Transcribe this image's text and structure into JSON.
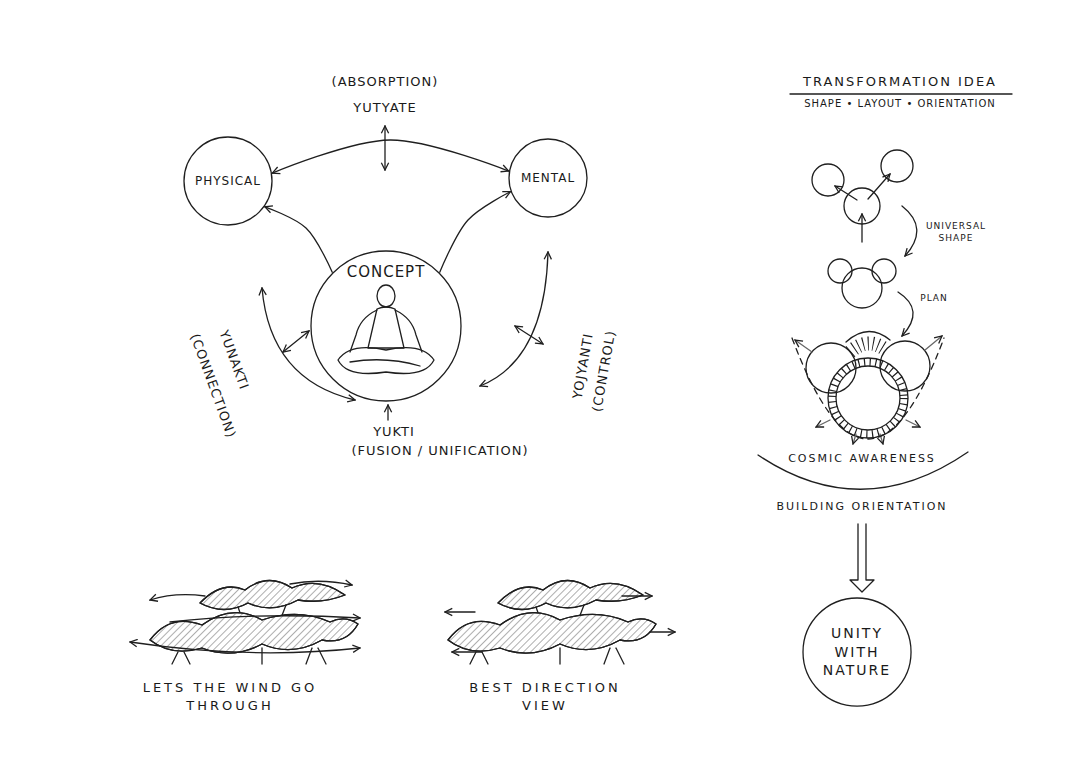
{
  "diagram": {
    "nodes": [
      {
        "text": [
          "PHYSICAL"
        ]
      },
      {
        "text": [
          "MENTAL"
        ]
      },
      {
        "text": [
          "CONCEPT"
        ]
      },
      {
        "text": [
          "UNITY WITH NATURE"
        ]
      }
    ],
    "edges": [
      {
        "from": 2,
        "to": 0,
        "arrow": "to"
      },
      {
        "from": 2,
        "to": 1,
        "arrow": "to"
      },
      {
        "from": 0,
        "to": 1,
        "arrow": "both"
      }
    ],
    "labels": [
      "(ABSORPTION)",
      "YUTYATE",
      "YUNAKTI",
      "(CONNECTION)",
      "YUKTI",
      "(FUSION / UNIFICATION)",
      "YOJYANTI",
      "(CONTROL)",
      "TRANSFORMATION IDEA",
      "SHAPE • LAYOUT • ORIENTATION",
      "UNIVERSAL SHAPE",
      "PLAN",
      "COSMIC AWARENESS",
      "BUILDING ORIENTATION",
      "LETS THE WIND GO THROUGH",
      "BEST DIRECTION VIEW"
    ]
  }
}
